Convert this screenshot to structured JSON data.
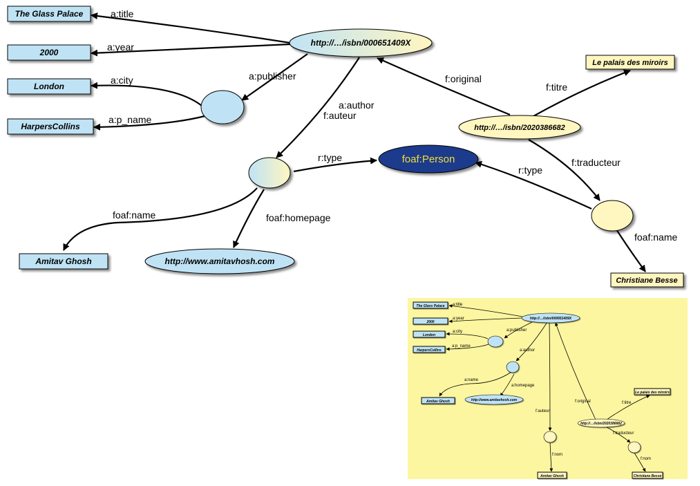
{
  "colors": {
    "blue_fill": "#bfe3f5",
    "yellow_fill": "#fff6c0",
    "person_fill": "#1e3a8c",
    "person_text": "#f2dd3a",
    "inset_bg": "#fcf6a0"
  },
  "main": {
    "nodes": {
      "title": "The Glass Palace",
      "year": "2000",
      "city": "London",
      "publisher_name": "HarpersCollins",
      "isbn_en": "http://…/isbn/000651409X",
      "isbn_fr": "http://…/isbn/2020386682",
      "titre": "Le palais des miroirs",
      "person_class": "foaf:Person",
      "author_name": "Amitav Ghosh",
      "homepage": "http://www.amitavhosh.com",
      "translator_name": "Christiane Besse"
    },
    "edges": {
      "title": "a:title",
      "year": "a:year",
      "publisher": "a:publisher",
      "city": "a:city",
      "p_name": "a:p_name",
      "author": "a:author",
      "auteur": "f:auteur",
      "original": "f:original",
      "titre": "f:titre",
      "traducteur": "f:traducteur",
      "type_author": "r:type",
      "type_translator": "r:type",
      "name_author": "foaf:name",
      "homepage": "foaf:homepage",
      "name_translator": "foaf:name"
    }
  },
  "inset": {
    "nodes": {
      "title": "The Glass Palace",
      "year": "2000",
      "city": "London",
      "publisher_name": "HarpersCollins",
      "isbn_en": "http://…/isbn/000651409X",
      "isbn_fr": "http://…/isbn/2020386682",
      "titre": "Le palais des miroirs",
      "author_name": "Amitav Ghosh",
      "homepage": "http://www.amitavhosh.com",
      "author_fr_name": "Amitav Ghosh",
      "translator_name": "Christiane Besse"
    },
    "edges": {
      "title": "a:title",
      "year": "a:year",
      "publisher": "a:publisher",
      "city": "a:city",
      "p_name": "a:p_name",
      "author": "a:author",
      "name": "a:name",
      "homepage": "a:homepage",
      "original": "f:original",
      "titre": "f:titre",
      "auteur": "f:auteur",
      "traducteur": "f:traducteur",
      "nom_author": "f:nom",
      "nom_translator": "f:nom"
    }
  }
}
